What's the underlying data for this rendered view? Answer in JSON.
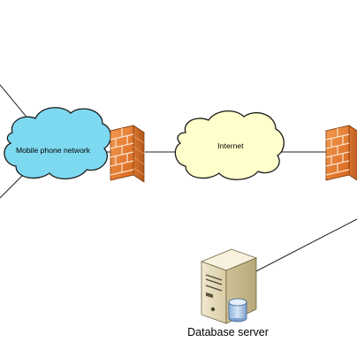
{
  "diagram": {
    "nodes": {
      "mobile_network": {
        "label": "Mobile phone network",
        "fill": "#7dd9f0"
      },
      "internet": {
        "label": "Internet",
        "fill": "#ffffcc"
      },
      "firewall_left": {
        "icon": "brick-firewall-icon",
        "color": "#e87a2e"
      },
      "firewall_right": {
        "icon": "brick-firewall-icon",
        "color": "#e87a2e"
      },
      "database_server": {
        "label": "Database server",
        "icon": "server-tower-icon"
      }
    },
    "connections": [
      {
        "from": "offscreen-upper-left",
        "to": "mobile_network"
      },
      {
        "from": "offscreen-lower-left",
        "to": "mobile_network"
      },
      {
        "from": "mobile_network",
        "to": "firewall_left"
      },
      {
        "from": "firewall_left",
        "to": "internet"
      },
      {
        "from": "internet",
        "to": "firewall_right"
      },
      {
        "from": "database_server",
        "to": "offscreen-right"
      }
    ]
  }
}
